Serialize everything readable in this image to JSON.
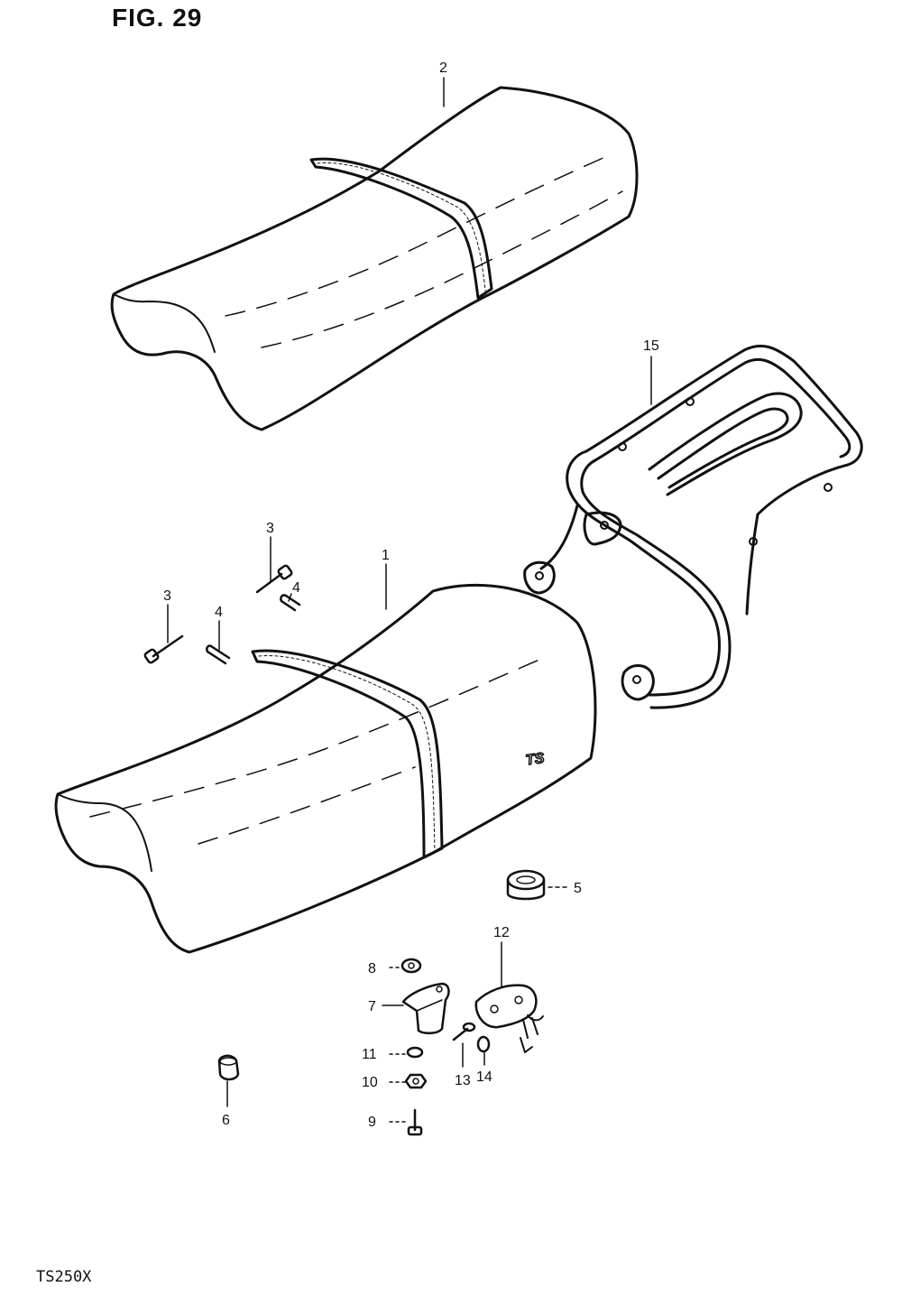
{
  "figure": {
    "title": "FIG. 29",
    "model_code": "TS250X",
    "seat_emblem": "TS"
  },
  "callouts": {
    "c1": "1",
    "c2": "2",
    "c3a": "3",
    "c3b": "3",
    "c4a": "4",
    "c4b": "4",
    "c5": "5",
    "c6": "6",
    "c7": "7",
    "c8": "8",
    "c9": "9",
    "c10": "10",
    "c11": "11",
    "c12": "12",
    "c13": "13",
    "c14": "14",
    "c15": "15"
  }
}
